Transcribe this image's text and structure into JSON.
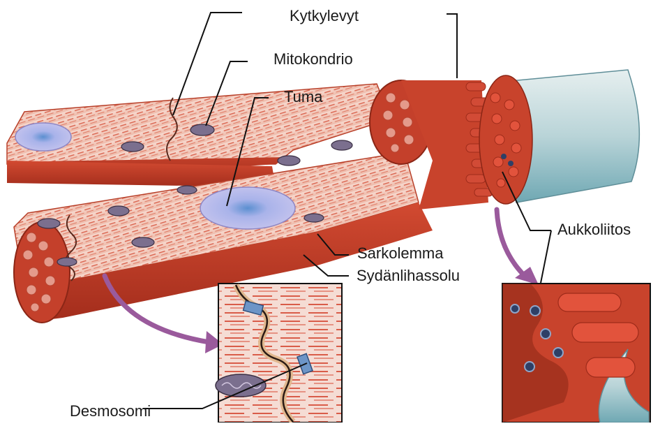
{
  "labels": {
    "kytkylevyt": "Kytkylevyt",
    "mitokondrio": "Mitokondrio",
    "tuma": "Tuma",
    "aukkoliitos": "Aukkoliitos",
    "sarkolemma": "Sarkolemma",
    "sydanlihassolu": "Sydänlihassolu",
    "desmosomi": "Desmosomi"
  },
  "colors": {
    "cell_body": "#c8432c",
    "cell_dark": "#9e2b1a",
    "cell_light": "#f2c9bd",
    "striation": "#d9614b",
    "nucleus": "#b7b3e6",
    "membrane_blue": "#8fc3cf",
    "arrow_purple": "#9a5a9c"
  }
}
